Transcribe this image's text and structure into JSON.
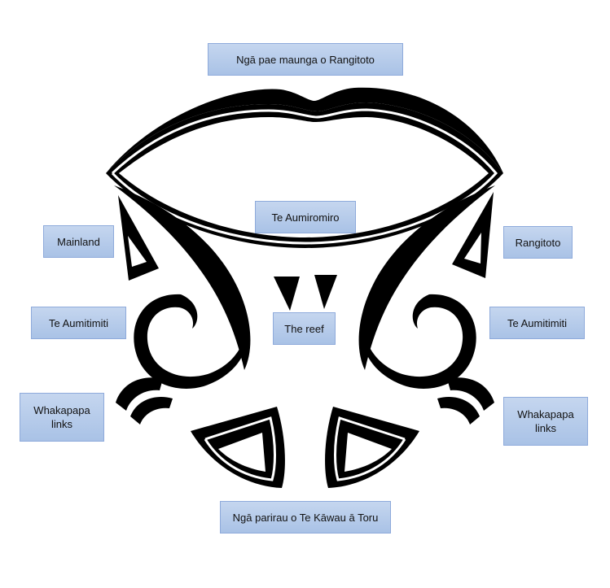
{
  "diagram": {
    "labels": {
      "top": "Ngā pae maunga o Rangitoto",
      "center": "Te Aumiromiro",
      "mainland": "Mainland",
      "rangitoto": "Rangitoto",
      "aumitimiti_left": "Te Aumitimiti",
      "aumitimiti_right": "Te Aumitimiti",
      "reef": "The reef",
      "whakapapa_left": "Whakapapa links",
      "whakapapa_right": "Whakapapa links",
      "bottom": "Ngā parirau o Te Kāwau ā Toru"
    },
    "colors": {
      "label_fill": "#b4c7e7",
      "label_border": "#8eaadb",
      "figure": "#000000",
      "background": "#ffffff"
    }
  }
}
